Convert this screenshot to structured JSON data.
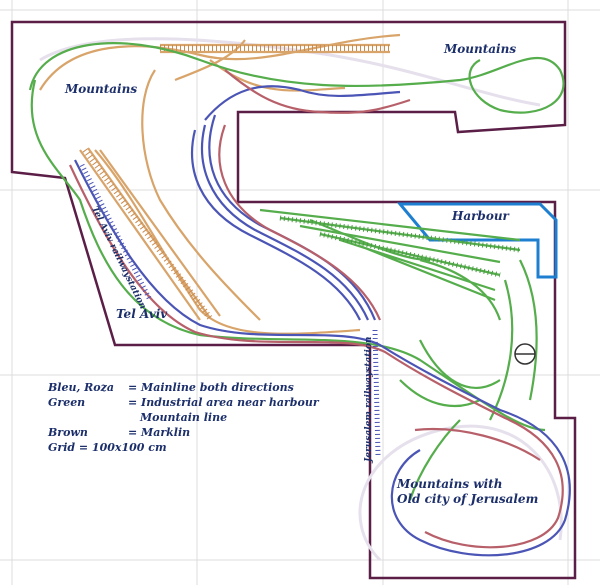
{
  "diagram": {
    "areas": [
      "Mountains",
      "Mountains",
      "Harbour",
      "Tel Aviv",
      "Mountains with",
      "Old city of Jerusalem"
    ],
    "stations": [
      "Tel Aviv railwaystation",
      "Jerusalem railwaystation"
    ],
    "legend": [
      {
        "key": "Bleu, Roza",
        "value": "= Mainline both directions"
      },
      {
        "key": "Green",
        "value": "= Industrial area near harbour"
      },
      {
        "key": "",
        "value": "Mountain line"
      },
      {
        "key": "Brown",
        "value": "= Marklin"
      }
    ],
    "grid_note": "Grid = 100x100 cm",
    "colors": {
      "outline": "#5b1e47",
      "harbour": "#1e7fd0",
      "mainline_blue": "#4b55b5",
      "mainline_pink": "#b8606a",
      "green": "#55ad4c",
      "brown": "#d8a46a",
      "grid": "#d9d9d9",
      "text": "#1c2f6b"
    }
  }
}
